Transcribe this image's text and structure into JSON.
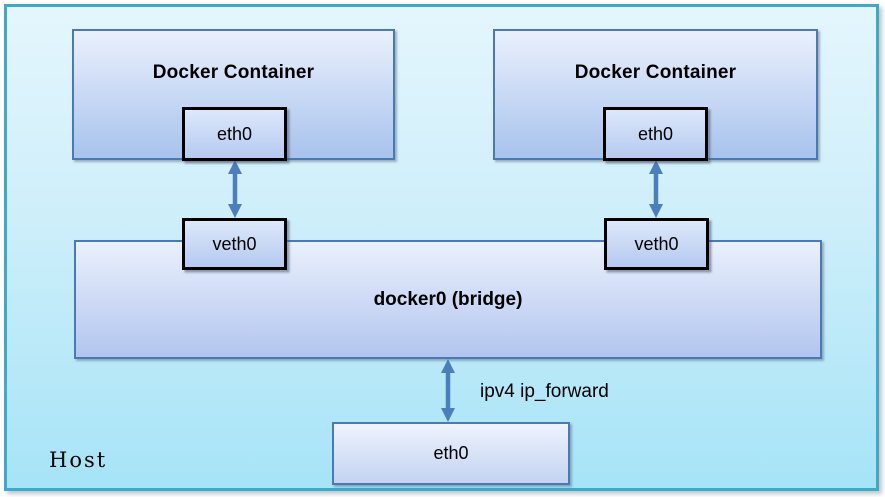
{
  "diagram": {
    "host_label": "Host",
    "containers": [
      {
        "title": "Docker Container",
        "interface_label": "eth0",
        "veth_label": "veth0"
      },
      {
        "title": "Docker Container",
        "interface_label": "eth0",
        "veth_label": "veth0"
      }
    ],
    "bridge_label": "docker0 (bridge)",
    "host_interface_label": "eth0",
    "forward_label": "ipv4 ip_forward"
  },
  "colors": {
    "panel_border": "#3fa9c9",
    "panel_bg_top": "#e4f6fd",
    "panel_bg_bottom": "#a6e4f7",
    "box_border_blue": "#4a7ab5",
    "box_border_black": "#000000",
    "box_fill_top": "#eaf0fc",
    "box_fill_bottom": "#a8c3ed",
    "arrow": "#4a7ebc",
    "text": "#000000"
  }
}
